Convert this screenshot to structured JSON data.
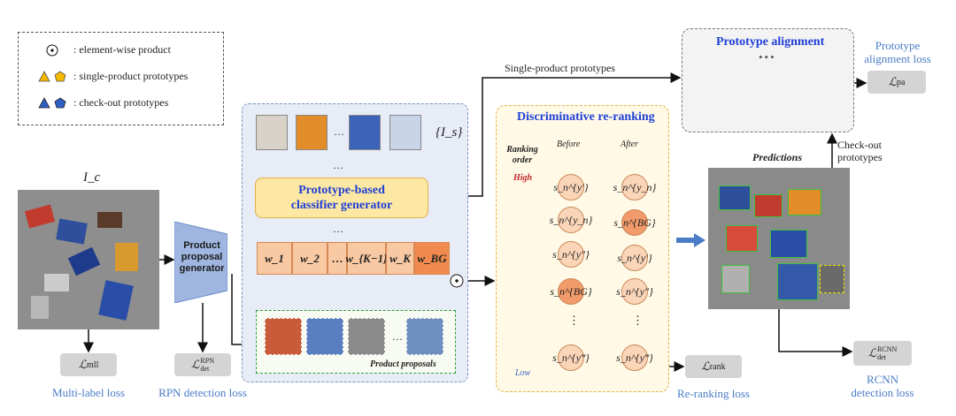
{
  "legend": {
    "elementwise": ": element-wise product",
    "single": ": single-product prototypes",
    "checkout": ": check-out prototypes"
  },
  "input": {
    "label": "I_c"
  },
  "generator": {
    "label_line1": "Product",
    "label_line2": "proposal",
    "label_line3": "generator"
  },
  "set_label": "{I_s}",
  "ellipsis": "…",
  "classifier": {
    "line1": "Prototype-based",
    "line2": "classifier generator"
  },
  "weights": [
    "w_1",
    "w_2",
    "…",
    "w_{K−1}",
    "w_K",
    "w_BG"
  ],
  "proposals_label": "Product proposals",
  "single_label": "Single-product prototypes",
  "rerank": {
    "title": "Discriminative re-ranking",
    "order_line1": "Ranking",
    "order_line2": "order",
    "high": "High",
    "low": "Low",
    "before": "Before",
    "after": "After",
    "before_nodes": [
      "s_n^{y′}",
      "s_n^{y_n}",
      "s_n^{y″}",
      "s_n^{BG}",
      "⋮",
      "s_n^{y‴}"
    ],
    "after_nodes": [
      "s_n^{y_n}",
      "s_n^{BG}",
      "s_n^{y′}",
      "s_n^{y″}",
      "⋮",
      "s_n^{y‴}"
    ]
  },
  "alignment": {
    "title": "Prototype alignment",
    "dots": "•••"
  },
  "predictions_label": "Predictions",
  "checkout_label_line1": "Check-out",
  "checkout_label_line2": "prototypes",
  "losses": {
    "mll": {
      "symbol": "ℒ",
      "sub": "mll",
      "caption": "Multi-label loss"
    },
    "rpn": {
      "symbol": "ℒ",
      "sup": "RPN",
      "sub": "det",
      "caption": "RPN detection loss"
    },
    "rank": {
      "symbol": "ℒ",
      "sub": "rank",
      "caption": "Re-ranking loss"
    },
    "rcnn": {
      "symbol": "ℒ",
      "sup": "RCNN",
      "sub": "det",
      "caption_line1": "RCNN",
      "caption_line2": "detection loss"
    },
    "pa": {
      "symbol": "ℒ",
      "sub": "pa",
      "caption_line1": "Prototype",
      "caption_line2": "alignment loss"
    }
  },
  "colors": {
    "single_proto": "#f5b800",
    "checkout_proto": "#2f5fc4",
    "accent_blue": "#1f3fd6",
    "caption_blue": "#4a7cc7"
  }
}
